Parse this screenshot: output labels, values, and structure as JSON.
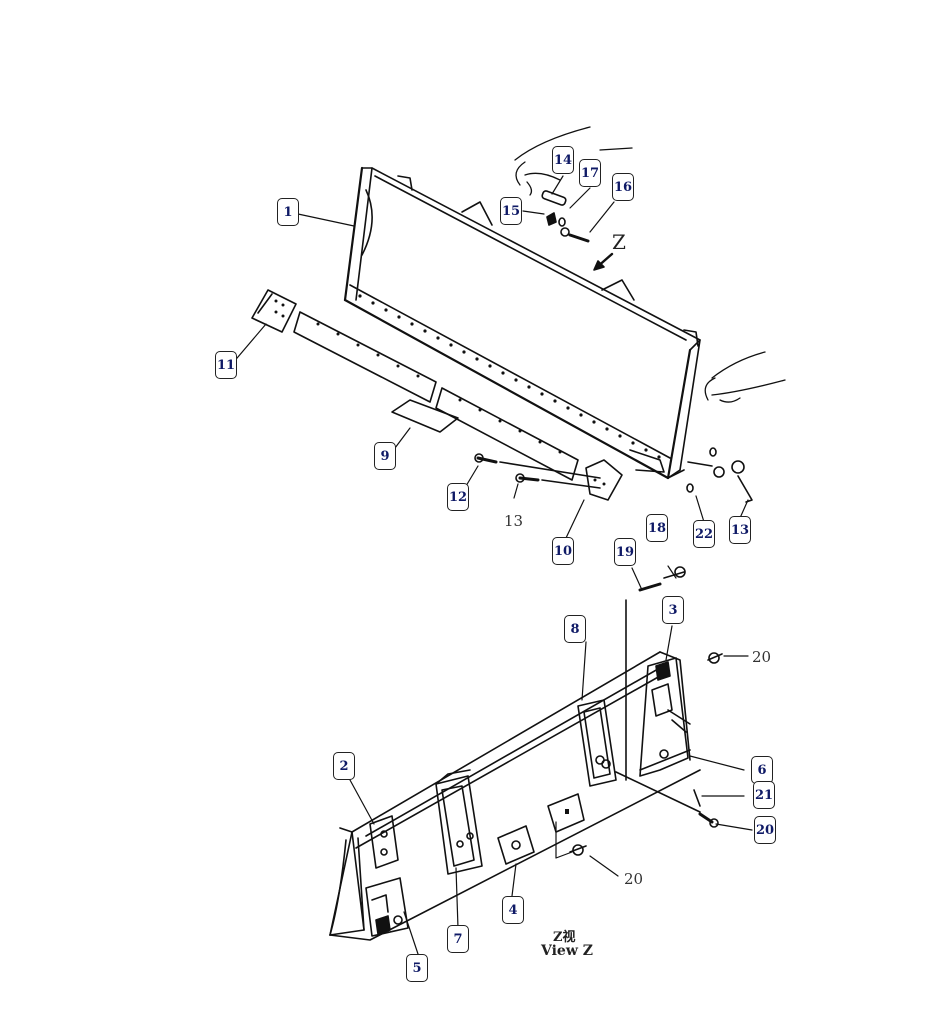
{
  "diagram": {
    "view_marker": "Z",
    "view_caption_cn": "Z视",
    "view_caption_en": "View Z",
    "boxed_labels": [
      "1",
      "2",
      "3",
      "4",
      "5",
      "6",
      "7",
      "8",
      "9",
      "10",
      "11",
      "12",
      "13",
      "14",
      "15",
      "16",
      "17",
      "18",
      "19",
      "20",
      "21",
      "22"
    ],
    "plain_labels": [
      "13",
      "20",
      "20"
    ],
    "colors": {
      "line": "#111111",
      "label_text": "#0f1a66",
      "label_border": "#222222"
    }
  }
}
